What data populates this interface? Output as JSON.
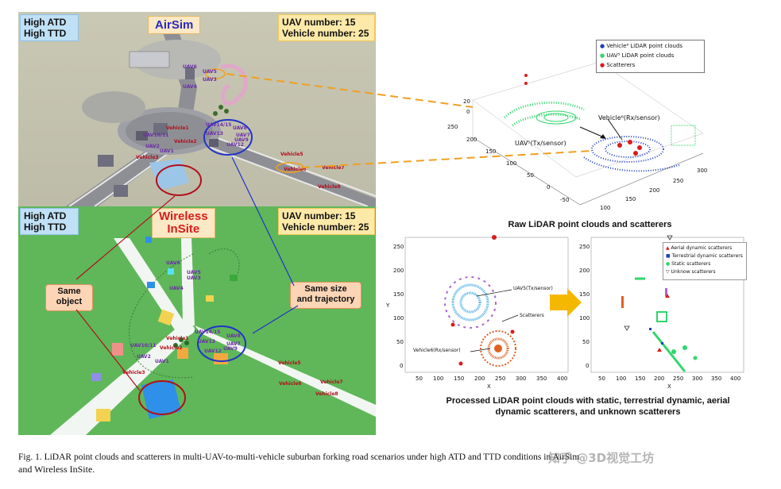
{
  "airsim": {
    "title": "AirSim",
    "atd": "High ATD",
    "ttd": "High TTD",
    "uav_number": "UAV number: 15",
    "vehicle_number": "Vehicle number: 25"
  },
  "wireless": {
    "title_line1": "Wireless",
    "title_line2": "InSite",
    "atd": "High ATD",
    "ttd": "High TTD",
    "uav_number": "UAV number: 15",
    "vehicle_number": "Vehicle number: 25"
  },
  "labels": {
    "uav": [
      "UAV6",
      "UAV5",
      "UAV3",
      "UAV4",
      "UAV14/15",
      "UAV8",
      "UAV13",
      "UAV7",
      "UAV9",
      "UAV12",
      "UAV10/11",
      "UAV2",
      "UAV1"
    ],
    "vehicle": [
      "Vehicle1",
      "Vehicle2",
      "Vehicle3",
      "Vehicle5",
      "Vehicle6",
      "Vehicle7",
      "Vehicle8"
    ]
  },
  "callouts": {
    "same_object_1": "Same",
    "same_object_2": "object",
    "same_size_1": "Same size",
    "same_size_2": "and trajectory"
  },
  "raw3d": {
    "legend": [
      "Vehicle⁶ LiDAR point clouds",
      "UAV⁵ LiDAR point clouds",
      "Scatterers"
    ],
    "legend_colors": [
      "#1f3fbf",
      "#2fd66a",
      "#d81c1c"
    ],
    "annotation_rx": "Vehicle⁶(Rx/sensor)",
    "annotation_tx": "UAV⁵(Tx/sensor)",
    "z_ticks": [
      "20",
      "0"
    ],
    "left_ticks": [
      "250",
      "200",
      "150",
      "100",
      "50",
      "0",
      "-50"
    ],
    "right_ticks": [
      "300",
      "250",
      "200",
      "150",
      "100"
    ],
    "caption": "Raw LiDAR point clouds and scatterers"
  },
  "processed": {
    "left": {
      "y_ticks": [
        "250",
        "200",
        "150",
        "100",
        "50",
        "0"
      ],
      "x_ticks": [
        "50",
        "100",
        "150",
        "200",
        "250",
        "300",
        "350",
        "400"
      ],
      "xlabel": "X",
      "ylabel": "Y",
      "ann_uav": "UAV5(Tx/sensor)",
      "ann_scatterers": "Scatterers",
      "ann_vehicle": "Vehicle6(Rx/sensor)"
    },
    "right": {
      "y_ticks": [
        "250",
        "200",
        "150",
        "100",
        "50",
        "0"
      ],
      "x_ticks": [
        "50",
        "100",
        "150",
        "200",
        "250",
        "300",
        "350",
        "400"
      ],
      "xlabel": "X",
      "legend": [
        "Aerial dynamic scatterers",
        "Terrestrial dynamic scatterers",
        "Static scatterers",
        "Unknow scatterers"
      ],
      "legend_symbols": [
        "▲",
        "■",
        "●",
        "▽"
      ],
      "legend_colors": [
        "#d81c1c",
        "#1f3fbf",
        "#2fd66a",
        "#333333"
      ]
    },
    "caption_line1": "Processed LiDAR point clouds with static, terrestrial dynamic, aerial",
    "caption_line2": "dynamic scatterers, and unknown scatterers"
  },
  "figure_caption": {
    "line1": "Fig. 1.  LiDAR point clouds and scatterers in multi-UAV-to-multi-vehicle suburban forking road scenarios under high ATD and TTD conditions in AirSim",
    "line2": "and Wireless InSite."
  },
  "watermark": "知乎 @3D视觉工坊"
}
